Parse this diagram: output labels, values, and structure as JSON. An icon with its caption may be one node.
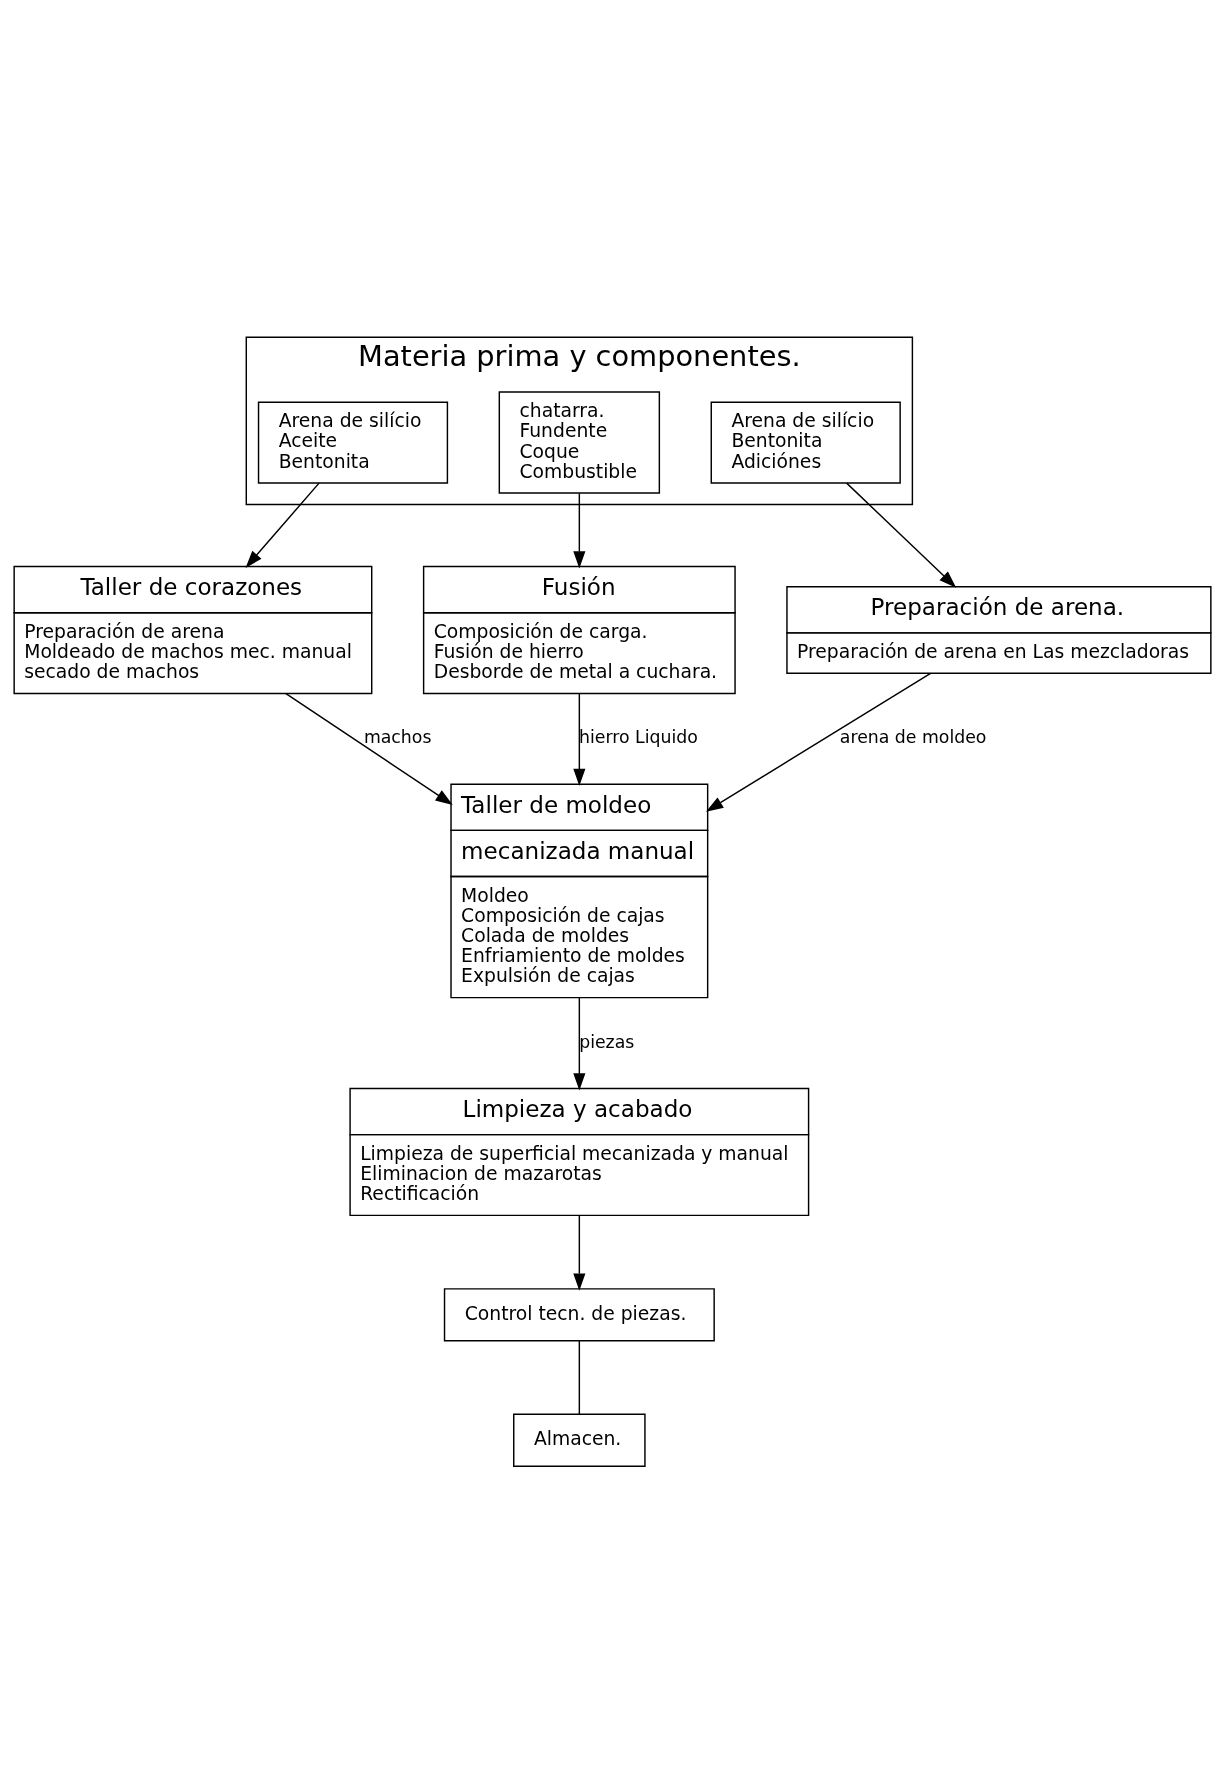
{
  "diagram": {
    "nodes": [
      {
        "text": [
          "Materia prima y componentes."
        ]
      },
      {
        "text": [
          "Arena de silício",
          "Aceite",
          "Bentonita"
        ],
        "in": 0
      },
      {
        "text": [
          "chatarra.",
          "Fundente",
          "Coque",
          "Combustible"
        ],
        "in": 0
      },
      {
        "text": [
          "Arena de silício",
          "Bentonita",
          "Adiciónes"
        ],
        "in": 0
      },
      {
        "text": [
          "Taller de corazones",
          "Preparación de arena",
          "Moldeado de machos mec. manual",
          "secado de machos"
        ]
      },
      {
        "text": [
          "Fusión",
          "Composición de carga.",
          "Fusión de hierro",
          "Desborde de metal a cuchara."
        ]
      },
      {
        "text": [
          "Preparación de arena.",
          "Preparación de arena en Las mezcladoras"
        ]
      },
      {
        "text": [
          "Taller de moldeo",
          "mecanizada manual",
          "Moldeo",
          "Composición de cajas",
          "Colada de moldes",
          "Enfriamiento de moldes",
          "Expulsión de cajas"
        ]
      },
      {
        "text": [
          "Limpieza y acabado",
          "Limpieza de superficial mecanizada y manual",
          "Eliminacion de mazarotas",
          "Rectificación"
        ]
      },
      {
        "text": [
          "Control tecn. de piezas."
        ]
      },
      {
        "text": [
          "Almacen."
        ]
      }
    ],
    "edges": [
      {
        "from": 1,
        "to": 4,
        "arrow": "to"
      },
      {
        "from": 2,
        "to": 5,
        "arrow": "to"
      },
      {
        "from": 3,
        "to": 6,
        "arrow": "to"
      },
      {
        "from": 4,
        "to": 7,
        "arrow": "to",
        "label": "machos"
      },
      {
        "from": 5,
        "to": 7,
        "arrow": "to",
        "label": "hierro Liquido"
      },
      {
        "from": 6,
        "to": 7,
        "arrow": "to",
        "label": "arena de moldeo"
      },
      {
        "from": 7,
        "to": 8,
        "arrow": "to",
        "label": "piezas"
      },
      {
        "from": 8,
        "to": 9,
        "arrow": "to"
      },
      {
        "from": 9,
        "to": 10,
        "arrow": "none"
      }
    ]
  }
}
